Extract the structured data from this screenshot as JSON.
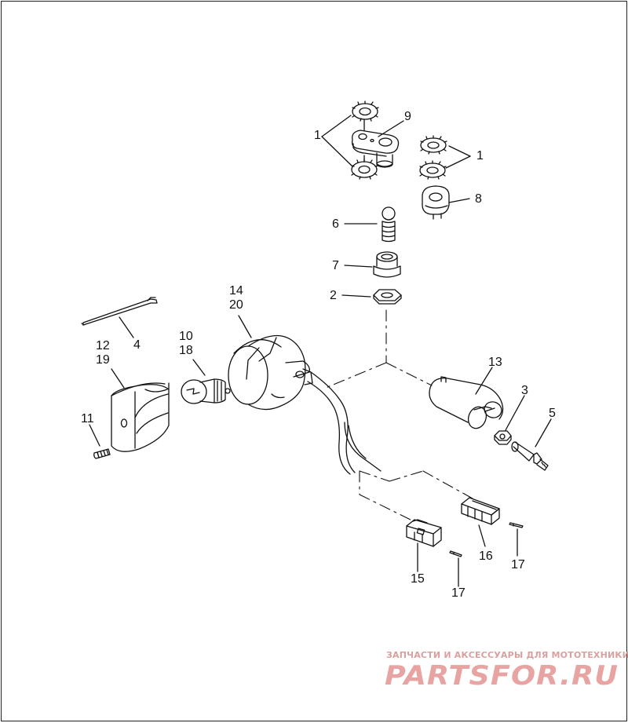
{
  "callouts": {
    "c1a": "1",
    "c9": "9",
    "c1b": "1",
    "c8": "8",
    "c6": "6",
    "c7": "7",
    "c2": "2",
    "c14": "14",
    "c20": "20",
    "c10": "10",
    "c18": "18",
    "c4": "4",
    "c12": "12",
    "c19": "19",
    "c11": "11",
    "c13": "13",
    "c3": "3",
    "c5": "5",
    "c16": "16",
    "c17a": "17",
    "c15": "15",
    "c17b": "17"
  },
  "watermark": {
    "tagline": "ЗАПЧАСТИ И АКСЕССУАРЫ ДЛЯ МОТОТЕХНИКИ",
    "logo": "PARTSFOR.RU",
    "color": "#e8a3a3"
  },
  "colors": {
    "line": "#111111",
    "paper": "#ffffff"
  }
}
